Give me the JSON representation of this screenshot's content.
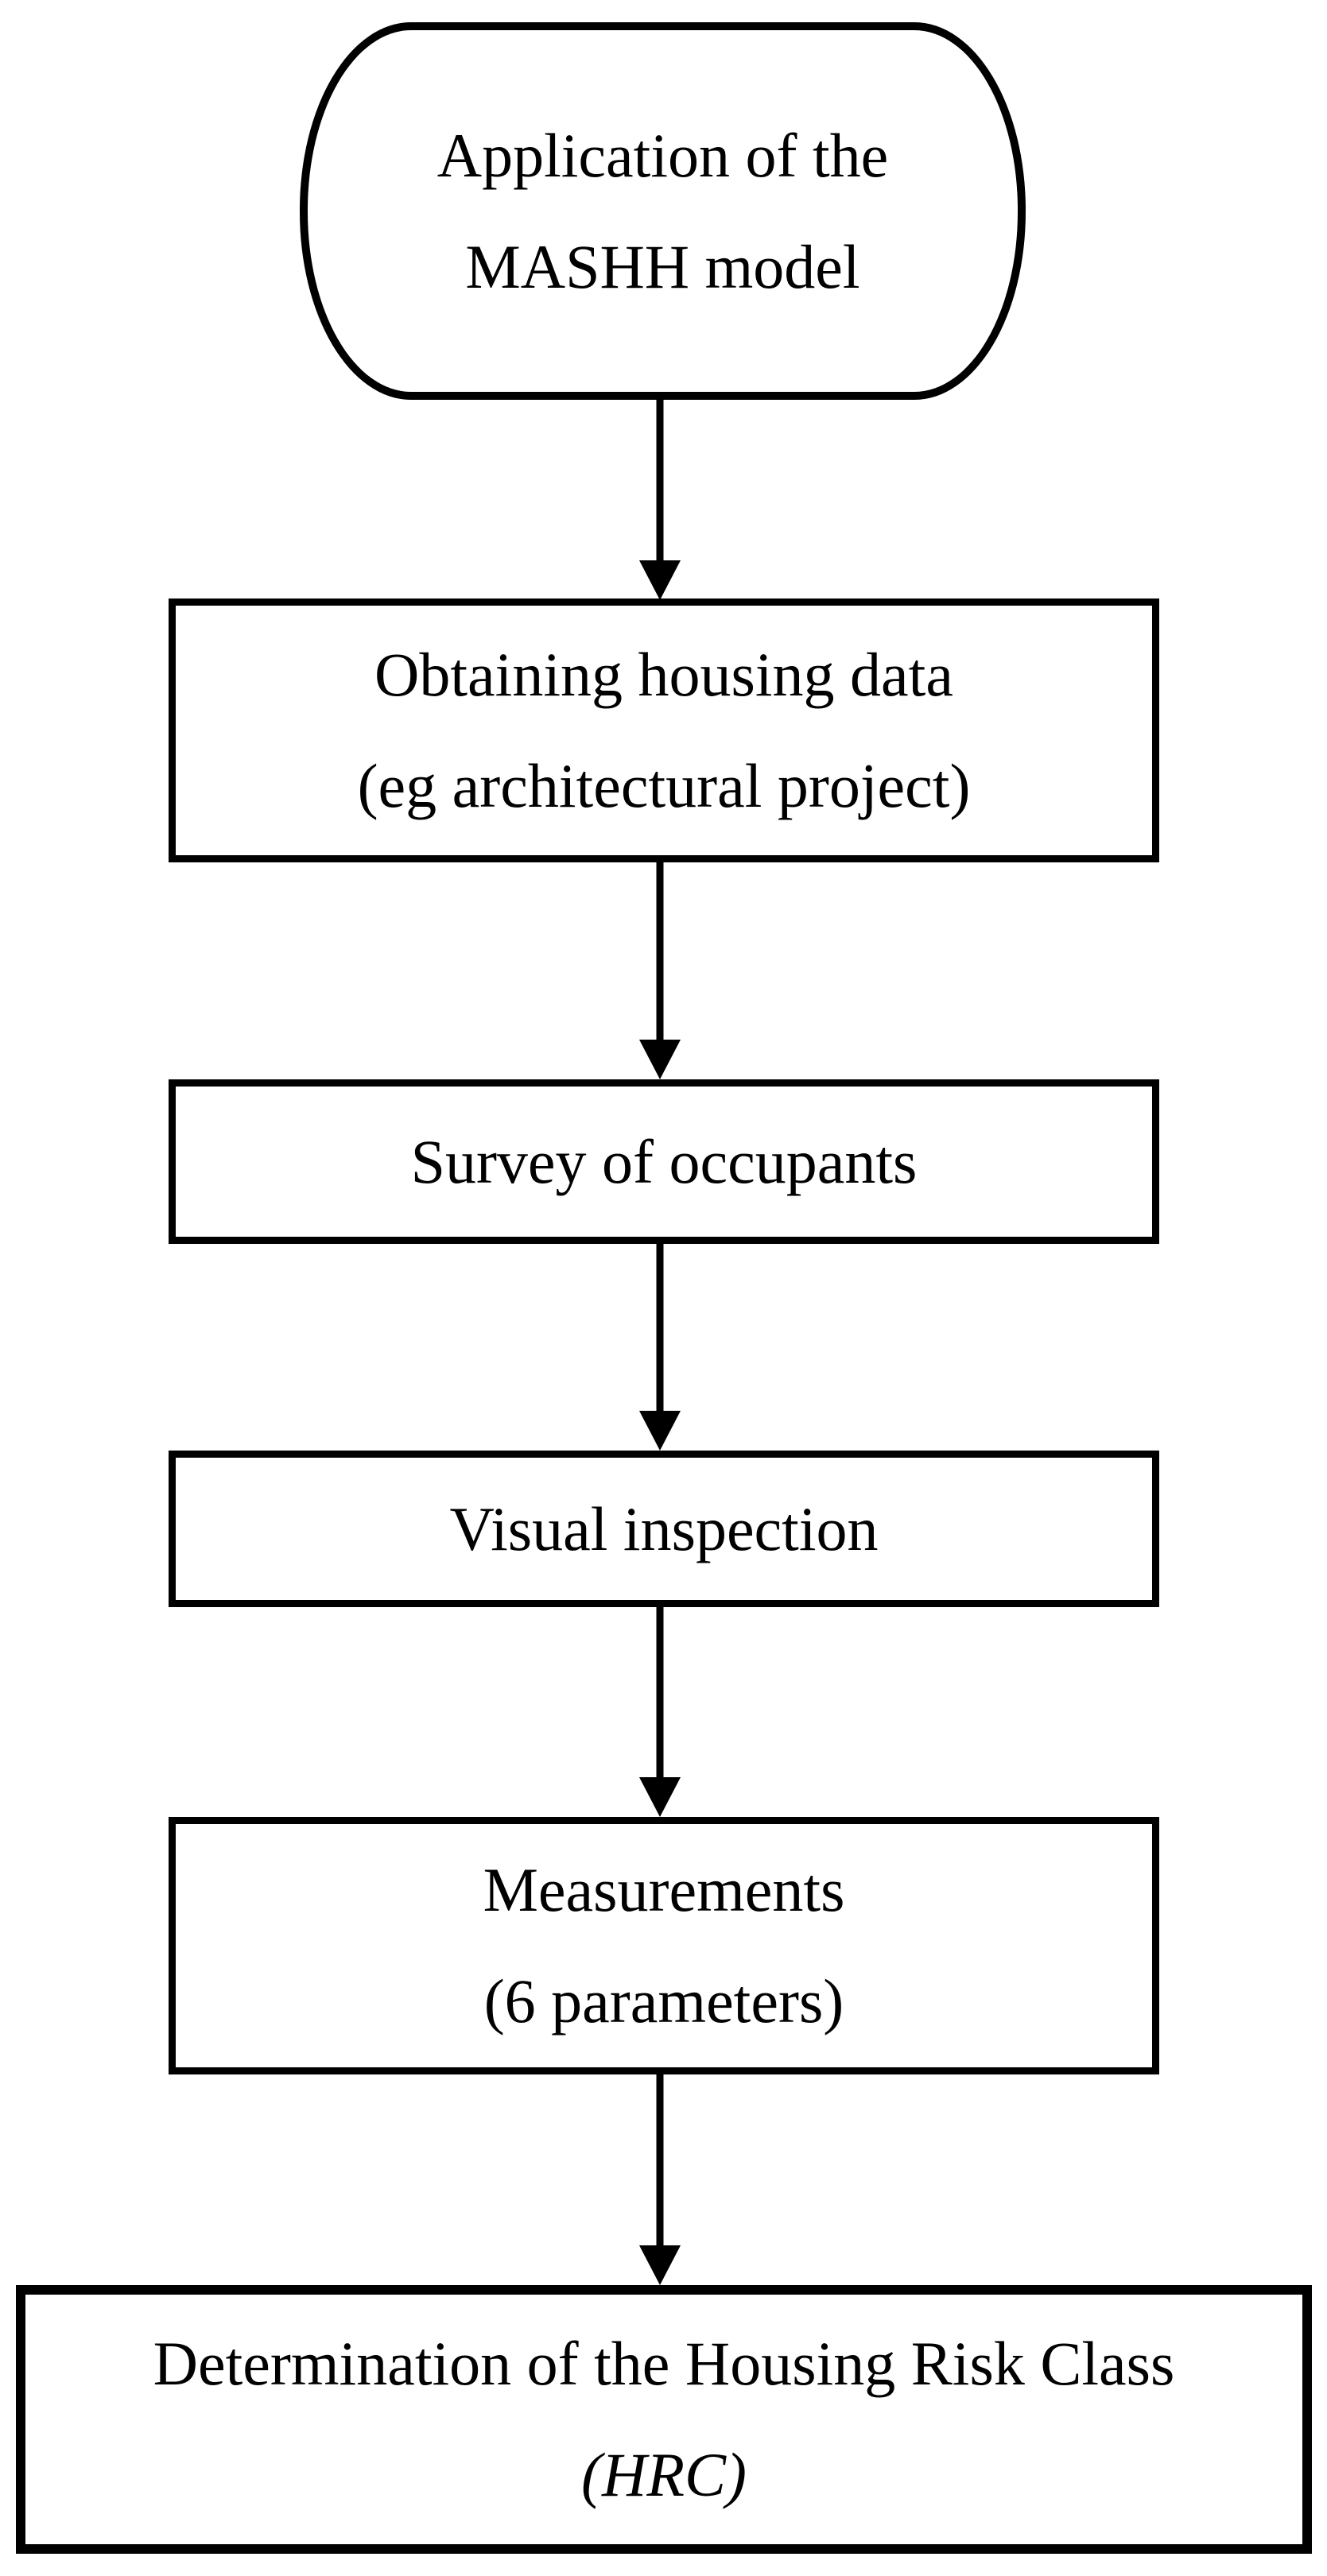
{
  "figure": {
    "type": "flowchart",
    "background_color": "#ffffff",
    "stroke_color": "#000000",
    "text_color": "#000000",
    "nodes": [
      {
        "id": "start",
        "shape": "stadium",
        "lines": [
          "Application of the",
          "MASHH model"
        ]
      },
      {
        "id": "obtaining-housing-data",
        "shape": "process",
        "lines": [
          "Obtaining housing data",
          "(eg architectural project)"
        ]
      },
      {
        "id": "survey-of-occupants",
        "shape": "process",
        "lines": [
          "Survey of occupants"
        ]
      },
      {
        "id": "visual-inspection",
        "shape": "process",
        "lines": [
          "Visual inspection"
        ]
      },
      {
        "id": "measurements",
        "shape": "process",
        "lines": [
          "Measurements",
          "(6 parameters)"
        ]
      },
      {
        "id": "hrc-determination",
        "shape": "process",
        "lines": [
          "Determination of the Housing Risk Class",
          "(HRC)"
        ]
      }
    ],
    "edges": [
      {
        "from": "start",
        "to": "obtaining-housing-data",
        "style": "arrow-down"
      },
      {
        "from": "obtaining-housing-data",
        "to": "survey-of-occupants",
        "style": "arrow-down"
      },
      {
        "from": "survey-of-occupants",
        "to": "visual-inspection",
        "style": "arrow-down"
      },
      {
        "from": "visual-inspection",
        "to": "measurements",
        "style": "arrow-down"
      },
      {
        "from": "measurements",
        "to": "hrc-determination",
        "style": "arrow-down"
      }
    ]
  }
}
